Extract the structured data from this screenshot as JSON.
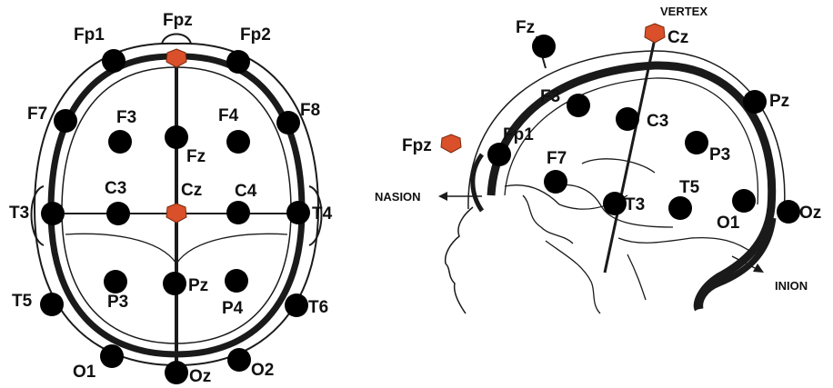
{
  "colors": {
    "electrode": "#000000",
    "reference_electrode": "#d9502a",
    "outline": "#1a1a1a",
    "background": "#ffffff"
  },
  "top_view": {
    "labels": {
      "Fpz": "Fpz",
      "Fp1": "Fp1",
      "Fp2": "Fp2",
      "F7": "F7",
      "F3": "F3",
      "Fz": "Fz",
      "F4": "F4",
      "F8": "F8",
      "T3": "T3",
      "C3": "C3",
      "Cz": "Cz",
      "C4": "C4",
      "T4": "T4",
      "T5": "T5",
      "P3": "P3",
      "Pz": "Pz",
      "P4": "P4",
      "T6": "T6",
      "O1": "O1",
      "Oz": "Oz",
      "O2": "O2"
    },
    "reference_electrodes": [
      "Fpz",
      "Cz"
    ]
  },
  "side_view": {
    "labels": {
      "Fz": "Fz",
      "Cz": "Cz",
      "Pz": "Pz",
      "F3": "F3",
      "C3": "C3",
      "P3": "P3",
      "Fpz": "Fpz",
      "Fp1": "Fp1",
      "F7": "F7",
      "T3": "T3",
      "T5": "T5",
      "O1": "O1",
      "Oz": "Oz"
    },
    "landmarks": {
      "vertex": "VERTEX",
      "nasion": "NASION",
      "inion": "INION"
    },
    "reference_electrodes": [
      "Fpz",
      "Cz"
    ]
  }
}
